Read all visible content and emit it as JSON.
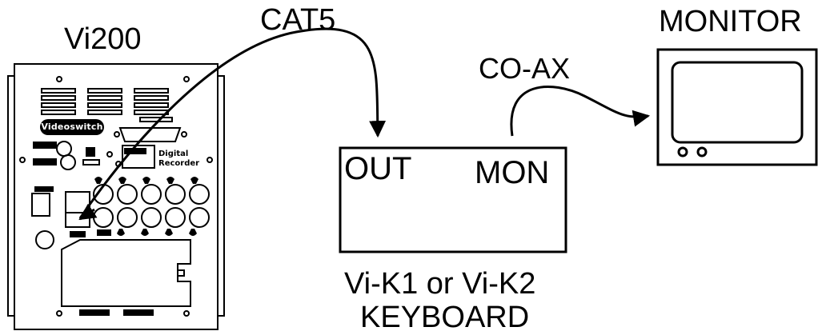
{
  "labels": {
    "vi200": "Vi200",
    "cat5": "CAT5",
    "monitor": "MONITOR",
    "coax": "CO-AX",
    "out": "OUT",
    "mon": "MON",
    "keyboard_line1": "Vi-K1 or Vi-K2",
    "keyboard_line2": "KEYBOARD"
  },
  "vi200_panel": {
    "brand": "Videoswitch",
    "module_line1": "Digital",
    "module_line2": "Recorder"
  },
  "colors": {
    "ink": "#000000",
    "background": "#ffffff"
  }
}
